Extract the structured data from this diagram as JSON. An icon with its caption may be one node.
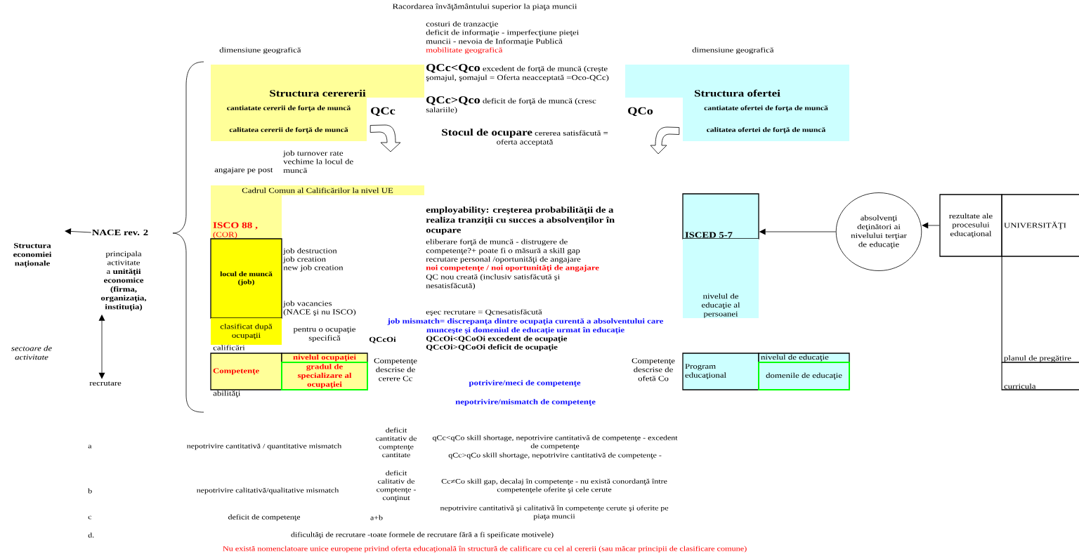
{
  "diagram": {
    "title": "Racordarea învăţământului superior la piaţa muncii",
    "nodes": [
      {
        "text": [
          "Structura cerererii"
        ]
      },
      {
        "text": [
          "cantiatate cererii de forţa de muncă"
        ]
      },
      {
        "text": [
          "calitatea cererii de forţă de muncă"
        ]
      },
      {
        "text": [
          "Structura ofertei"
        ]
      },
      {
        "text": [
          "cantiatate ofertei de forţa de muncă"
        ]
      },
      {
        "text": [
          "calitatea ofertei de forţă de muncă"
        ]
      },
      {
        "text": [
          "Cadrul Comun al Calificărilor la nivel UE"
        ]
      },
      {
        "text": [
          "ISCO 88 ,",
          "(COR)"
        ]
      },
      {
        "text": [
          "locul de muncă (job)"
        ]
      },
      {
        "text": [
          "clasificat după ocupaţii"
        ]
      },
      {
        "text": [
          "Competenţe"
        ]
      },
      {
        "text": [
          "nivelul ocupaţiei"
        ]
      },
      {
        "text": [
          "gradul de specializare al ocupaţiei"
        ]
      },
      {
        "text": [
          "ISCED 5-7"
        ]
      },
      {
        "text": [
          "nivelul de educaţie al persoanei"
        ]
      },
      {
        "text": [
          "Program educaţional"
        ]
      },
      {
        "text": [
          "nivelul de educaţie"
        ]
      },
      {
        "text": [
          "domenile de educaţie"
        ]
      },
      {
        "text": [
          "absolvenţi deţinători ai nivelului terţiar de educaţie"
        ]
      },
      {
        "text": [
          "rezultate ale procesului educaţional"
        ]
      },
      {
        "text": [
          "UNIVERSITĂŢI"
        ]
      },
      {
        "text": [
          "planul de pregătire"
        ]
      },
      {
        "text": [
          "curricula"
        ]
      },
      {
        "text": [
          "NACE rev. 2"
        ]
      },
      {
        "text": [
          "principala activitate a **unităţii economice (firma, organizaţia, instituţia)**"
        ]
      },
      {
        "text": [
          "recrutare"
        ]
      }
    ],
    "edges": [
      {
        "from": 23,
        "to": null,
        "arrow": "to"
      },
      {
        "from": 18,
        "to": 13,
        "arrow": "to"
      },
      {
        "from": 19,
        "to": 18,
        "arrow": "to"
      },
      {
        "from": 24,
        "to": 25,
        "arrow": "both"
      },
      {
        "from": 2,
        "to": null,
        "arrow": "to"
      },
      {
        "from": 5,
        "to": null,
        "arrow": "to"
      }
    ],
    "labels": [
      "costuri de tranzacţie",
      "deficit de informaţie - imperfecţiune pieţei muncii - nevoia de Informaţie Publică",
      "dimensiune geografică",
      "mobilitate geografică",
      "dimensiune geografică",
      "QCc<Qco",
      "excedent de forţă de muncă (creşte şomajul, şomajul = Oferta neacceptată =Oco-QCc)",
      "QCc",
      "QCc>Qco",
      "deficit de forţă de muncă (cresc salariile)",
      "QCo",
      "Stocul de ocupare",
      "cererea satisfăcută = oferta acceptată",
      "job turnover rate",
      "vechime la locul de muncă",
      "angajare pe post",
      "employability: creşterea probabilităţii de a realiza tranziţii cu succes a absolvenţilor în ocupare",
      "Structura economiei naţionale",
      "job destruction",
      "eliberare forţă de muncă - distrugere de competenţe?+ poate fi o măsură a skill gap",
      "job creation",
      "recrutare personal /oportunităţi de angajare",
      "new job creation",
      "noi competenţe / noi oportunităţi de angajare",
      "QC nou creată (inclusiv satisfăcută şi nesatisfăcută)",
      "job vacancies",
      "(NACE şi nu ISCO)",
      "eşec recrutare = Qcnesatisfăcută",
      "job mismatch= discrepanţa dintre ocupaţia curentă a absolventului care munceşte şi domeniul de educaţie urmat în educaţie",
      "sectoare de activitate",
      "pentru o ocupaţie specifică",
      "QCcOi",
      "QCcOi<QCoOi excedent de ocupaţie",
      "calificări",
      "QCcOi>QCoOi deficit de ocupaţie",
      "Competenţe descrise de cerere Cc",
      "Competenţe descrise de ofetă Co",
      "potrivire/meci de competenţe",
      "abilităţi",
      "nepotrivire/mismatch de competenţe",
      "a",
      "nepotrivire cantitativă / quantitative mismatch",
      "deficit cantitativ de comptenţe cantitate",
      "qCc<qCo skill shortage, nepotrivire cantitativă de competenţe - excedent de competenţe",
      "qCc>qCo skill shortage, nepotrivire cantitativă de competenţe -",
      "b",
      "nepotrivire calitativă/qualitative mismatch",
      "deficit calitativ de comptenţe - conţinut",
      "Cc≠Co skill gap, decalaj în competenţe - nu există conordanţă între competenţele oferite şi cele cerute",
      "c",
      "deficit de competenţe",
      "a+b",
      "nepotrivire cantitativă şi calitativă în competenţe cerute şi oferite pe piaţa muncii",
      "d.",
      "dificultăţi de recrutare -toate formele de recrutare fără a fi speificate motivele)",
      "Nu există nomenclatoare unice europene privind oferta educaţională în structură de calificare cu cel al cererii (sau măcar principii de clasificare comune)"
    ]
  }
}
